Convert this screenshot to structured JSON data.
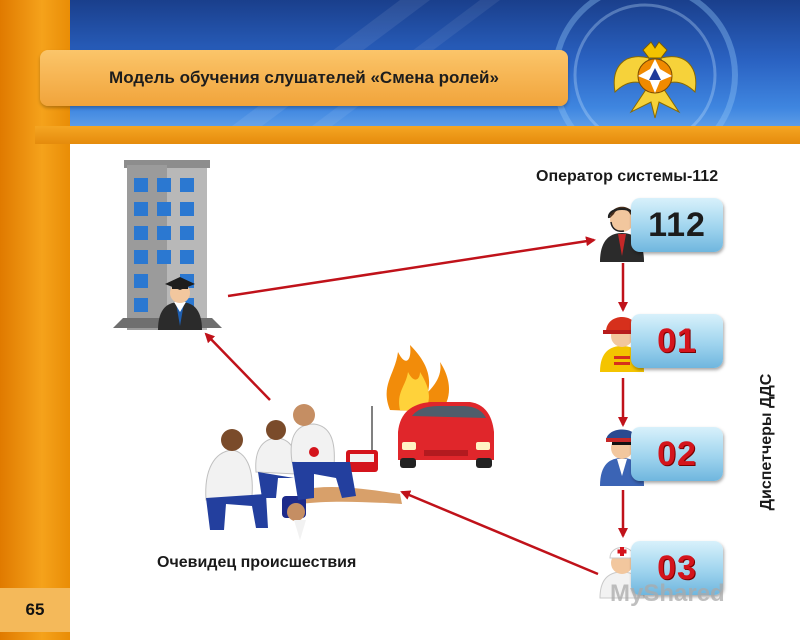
{
  "title": "Модель обучения слушателей «Смена ролей»",
  "page_number": "65",
  "labels": {
    "operator": "Оператор системы-112",
    "witness": "Очевидец происшествия",
    "dispatchers": "Диспетчеры  ДДС"
  },
  "numbers": [
    "112",
    "01",
    "02",
    "03"
  ],
  "watermark": "MyShared",
  "colors": {
    "orange": "#f5a21b",
    "blue": "#2a62c2",
    "arrow": "#c0121a",
    "accent_red": "#d4141c"
  },
  "icons": [
    "emblem-icon",
    "building-icon",
    "graduate-icon",
    "operator-icon",
    "firefighter-icon",
    "police-icon",
    "medic-icon",
    "burning-car-icon",
    "rescuers-icon"
  ]
}
